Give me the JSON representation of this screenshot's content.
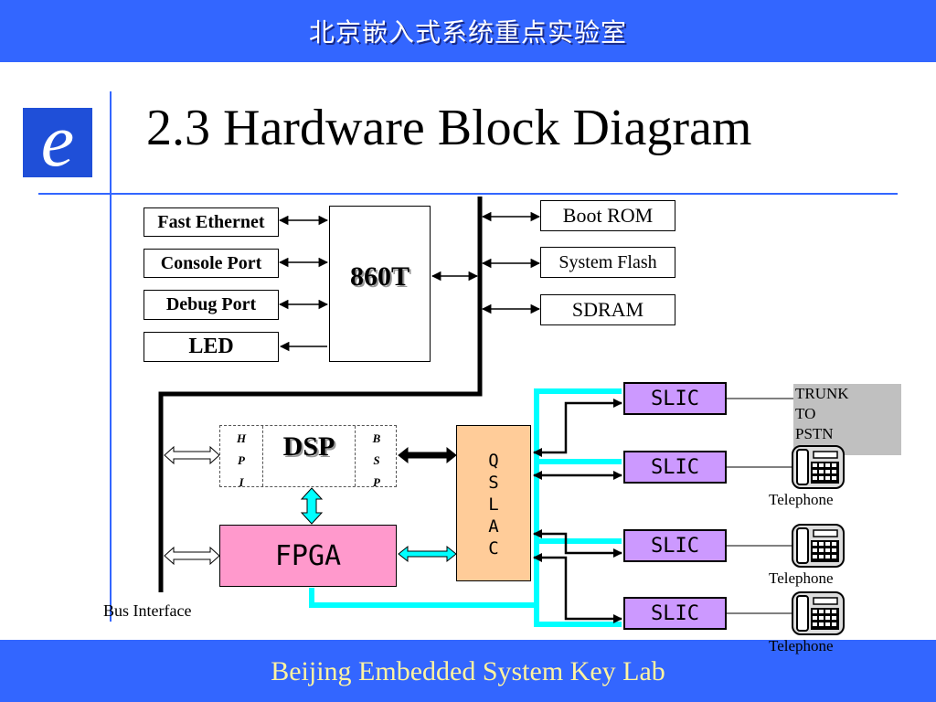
{
  "header": {
    "title": "北京嵌入式系统重点实验室"
  },
  "footer": {
    "title": "Beijing Embedded System Key Lab"
  },
  "logo": {
    "letter": "e"
  },
  "slide": {
    "title": "2.3 Hardware Block Diagram"
  },
  "diagram": {
    "cpu": "860T",
    "left_peripherals": [
      "Fast Ethernet",
      "Console Port",
      "Debug Port",
      "LED"
    ],
    "memory": [
      "Boot ROM",
      "System Flash",
      "SDRAM"
    ],
    "dsp": {
      "title": "DSP",
      "left_col": [
        "H",
        "P",
        "I"
      ],
      "right_col": [
        "B",
        "S",
        "P"
      ]
    },
    "fpga": "FPGA",
    "qslac": [
      "Q",
      "S",
      "L",
      "A",
      "C"
    ],
    "slics": [
      "SLIC",
      "SLIC",
      "SLIC",
      "SLIC"
    ],
    "trunk_lines": [
      "TRUNK",
      "TO",
      "PSTN"
    ],
    "telephones": [
      "Telephone",
      "Telephone",
      "Telephone"
    ],
    "bus_interface": "Bus Interface",
    "colors": {
      "bar": "#3366ff",
      "slic": "#cc99ff",
      "fpga": "#ff99cc",
      "qslac": "#ffcc99",
      "cyan_bus": "#00ffff",
      "trunk": "#c0c0c0"
    },
    "icons": [
      "telephone-icon",
      "logo-e-icon"
    ]
  }
}
